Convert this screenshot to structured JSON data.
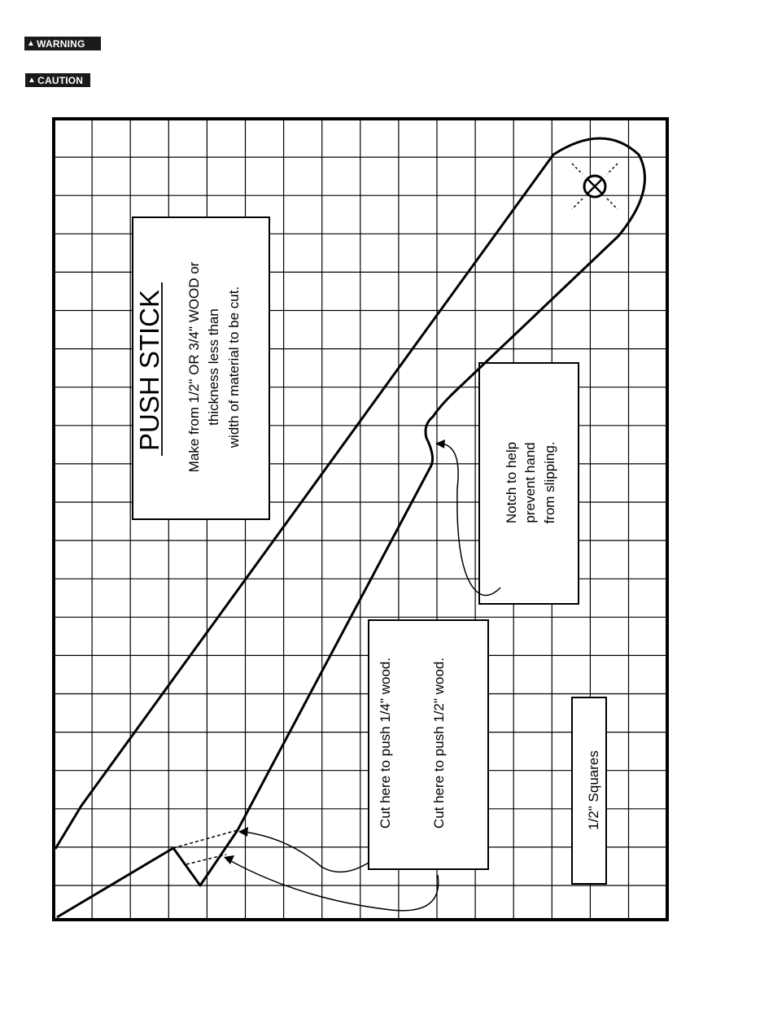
{
  "header": {
    "warning_label": "WARNING",
    "caution_label": "CAUTION"
  },
  "diagram": {
    "title": "PUSH STICK",
    "material_note": [
      "Make from 1/2\" OR 3/4\" WOOD or",
      "thickness less than",
      "width of material to be cut."
    ],
    "notch_note": [
      "Notch to help",
      "prevent hand",
      "from slipping."
    ],
    "cut_quarter": "Cut here to push 1/4\" wood.",
    "cut_half": "Cut here to push 1/2\" wood.",
    "scale_note": "1/2\" Squares"
  }
}
